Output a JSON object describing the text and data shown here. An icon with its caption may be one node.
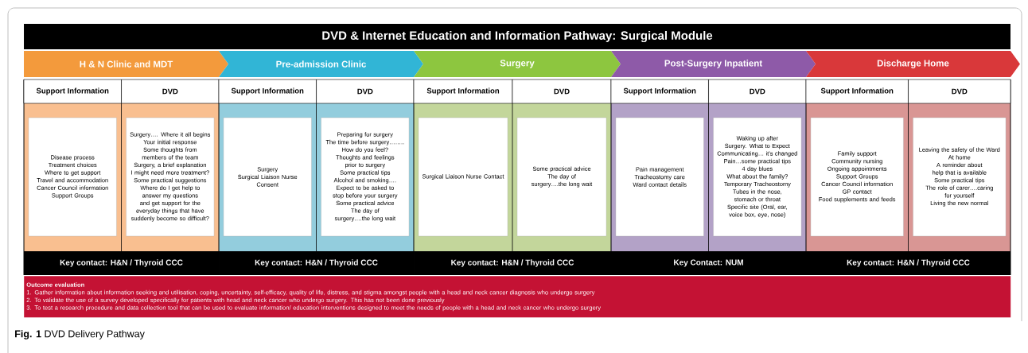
{
  "diagram": {
    "caption": "**Fig. 1** DVD Delivery Pathway",
    "nodes": [
      {
        "text": [
          "DVD & Internet Education and Information Pathway: Surgical Module"
        ]
      },
      {
        "text": [
          "H & N Clinic and MDT"
        ]
      },
      {
        "text": [
          "Support Information"
        ]
      },
      {
        "text": [
          "DVD"
        ]
      },
      {
        "text": [
          "Disease process",
          "Treatment choices",
          "Where to get support",
          "Travel and accommodation",
          "Cancer Council information",
          "Support Groups"
        ]
      },
      {
        "text": [
          "Surgery…. Where it all begins",
          "Your initial response",
          "Some thoughts from members of the team",
          "Surgery, a brief explanation",
          "I might need more treatment?",
          "Some practical suggestions",
          "Where do I get help to answer my questions and get support for the everyday things that have suddenly become so difficult?"
        ]
      },
      {
        "text": [
          "Key contact: H&N / Thyroid CCC"
        ]
      },
      {
        "text": [
          "Pre-admission Clinic"
        ]
      },
      {
        "text": [
          "Support Information"
        ]
      },
      {
        "text": [
          "DVD"
        ]
      },
      {
        "text": [
          "Surgery",
          "Surgical Liaison Nurse",
          "Consent"
        ]
      },
      {
        "text": [
          "Preparing for surgery",
          "The time before surgery……..",
          "How do you feel?",
          "Thoughts and feelings prior to surgery",
          "Some practical tips",
          "Alcohol and smoking….",
          "Expect to be asked to stop before your surgery",
          "Some practical advice",
          "The day of surgery….the long wait"
        ]
      },
      {
        "text": [
          "Key contact: H&N / Thyroid CCC"
        ]
      },
      {
        "text": [
          "Surgery"
        ]
      },
      {
        "text": [
          "Support Information"
        ]
      },
      {
        "text": [
          "DVD"
        ]
      },
      {
        "text": [
          "Surgical Liaison Nurse Contact"
        ]
      },
      {
        "text": [
          "Some practical advice",
          "The day of surgery….the long wait"
        ]
      },
      {
        "text": [
          "Key contact: H&N / Thyroid CCC"
        ]
      },
      {
        "text": [
          "Post-Surgery Inpatient"
        ]
      },
      {
        "text": [
          "Support Information"
        ]
      },
      {
        "text": [
          "DVD"
        ]
      },
      {
        "text": [
          "Pain management",
          "Tracheostomy care",
          "Ward contact details"
        ]
      },
      {
        "text": [
          "Waking up after Surgery. What to Expect",
          "Communicating… it’s changed",
          "Pain…some practical tips",
          "4 day blues",
          "What about the family?",
          "Temporary Tracheostomy",
          "Tubes in the nose, stomach or throat",
          "Specific site (Oral, ear, voice box, eye, nose)"
        ]
      },
      {
        "text": [
          "Key Contact: NUM"
        ]
      },
      {
        "text": [
          "Discharge Home"
        ]
      },
      {
        "text": [
          "Support Information"
        ]
      },
      {
        "text": [
          "DVD"
        ]
      },
      {
        "text": [
          "Family support",
          "Community nursing",
          "Ongoing appointments",
          "Support Groups",
          "Cancer Council information",
          "GP contact",
          "Food supplements and feeds"
        ]
      },
      {
        "text": [
          "Leaving the safety of the Ward",
          "At home",
          "A reminder about help that is available",
          "Some practical tips",
          "The role of carer….caring for yourself",
          "Living the new normal"
        ]
      },
      {
        "text": [
          "Key contact: H&N / Thyroid CCC"
        ]
      },
      {
        "text": [
          "Outcome evaluation",
          "1. Gather information about information seeking and utilisation, coping, uncertainty, self-efficacy, quality of life, distress, and stigma amongst people with a head and neck cancer diagnosis who undergo surgery",
          "2. To validate the use of a survey developed specifically for patients with head and neck cancer who undergo surgery. This has not been done previously",
          "3. To test a research procedure and data collection tool that can be used to evaluate information/ education interventions designed to meet the needs of people with a head and neck cancer who undergo surgery"
        ]
      }
    ]
  }
}
